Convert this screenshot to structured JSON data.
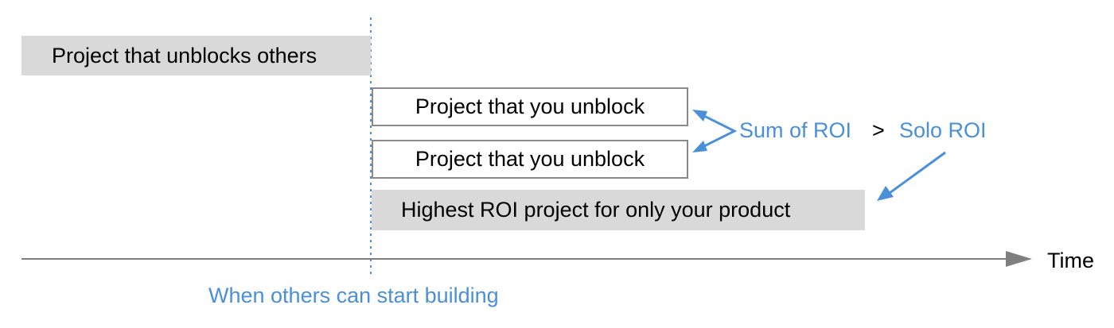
{
  "boxes": {
    "unblocks_others": "Project that unblocks others",
    "you_unblock_1": "Project that you unblock",
    "you_unblock_2": "Project that you unblock",
    "highest_roi": "Highest ROI project for only your product"
  },
  "annotations": {
    "sum_roi": "Sum of ROI",
    "greater_than": ">",
    "solo_roi": "Solo ROI",
    "when_others": "When others can start building"
  },
  "axis": {
    "label": "Time"
  },
  "colors": {
    "accent_blue": "#4a90d9",
    "box_gray": "#d9d9d9",
    "box_border": "#8a8a8a",
    "axis_gray": "#7f7f7f"
  }
}
